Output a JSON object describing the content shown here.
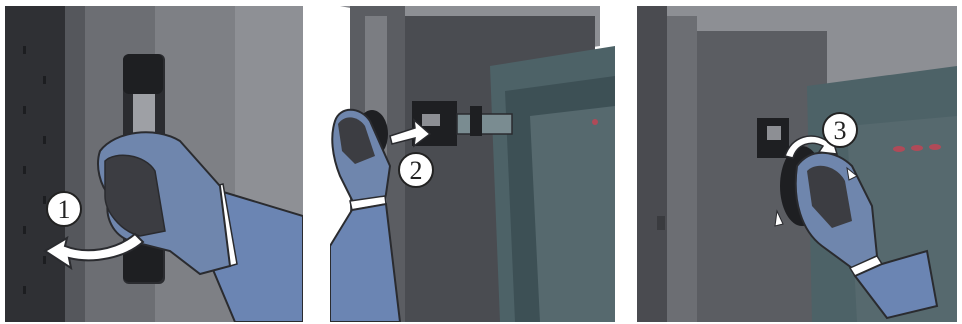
{
  "steps": [
    {
      "number": "1"
    },
    {
      "number": "2"
    },
    {
      "number": "3"
    }
  ],
  "colors": {
    "cabinet_dark": "#3a3b3f",
    "cabinet_mid": "#5b5d62",
    "cabinet_light": "#8d8f94",
    "panel_teal": "#4d6267",
    "glove_blue": "#6f86ad",
    "glove_dark": "#3c3d42",
    "sleeve_blue": "#6b85b3",
    "indicator_red": "#b04a58"
  },
  "icons": [
    "open-arrow-icon",
    "pull-arrow-icon",
    "rotate-arrow-icon"
  ]
}
